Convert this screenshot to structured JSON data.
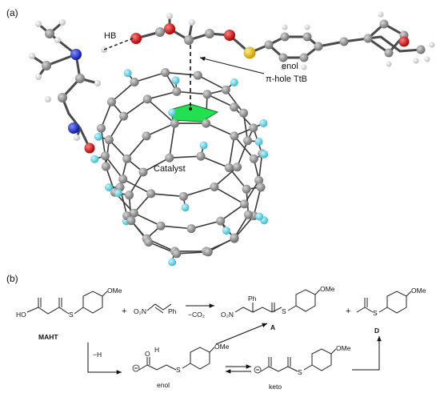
{
  "panel_a": {
    "label": "(a)",
    "hb_label": "HB",
    "enol_label": "enol",
    "tib_label": "π-hole TtB",
    "catalyst_label": "Catalyst",
    "colors": {
      "carbon": "#8c8c8c",
      "hydrogen": "#e6e6e6",
      "fluorine": "#66d6e6",
      "oxygen": "#dd1111",
      "nitrogen": "#1a2ee0",
      "sulfur": "#e8c410",
      "pi_hole": "#22e050"
    }
  },
  "panel_b": {
    "label": "(b)",
    "reactant_name": "MAHT",
    "reactant_ome": "OMe",
    "reactant_oh": "HO",
    "plus_1": "+",
    "nitro_label": "O₂N",
    "ph_label": "Ph",
    "arrow_label": "−CO₂",
    "product_a_name": "A",
    "product_a_ph": "Ph",
    "product_a_no2": "O₂N",
    "product_a_ome": "OMe",
    "plus_2": "+",
    "product_d_name": "D",
    "product_d_ome": "OMe",
    "minus_h": "−H",
    "enol_name": "enol",
    "enol_h": "H",
    "enol_o": "O",
    "enol_ome": "OMe",
    "keto_name": "keto",
    "keto_ome": "OMe",
    "s_label": "S"
  }
}
